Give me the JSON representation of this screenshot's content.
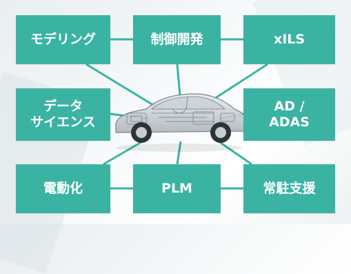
{
  "nodes": {
    "modeling": "モデリング",
    "control_dev": "制御開発",
    "xils": "xILS",
    "data_science": "データ\nサイエンス",
    "ad_adas": "AD /\nADAS",
    "electrification": "電動化",
    "plm": "PLM",
    "onsite_support": "常駐支援"
  },
  "colors": {
    "box_fill": "#3bb3a3",
    "connector": "#3bb3a3",
    "text": "#ffffff"
  }
}
